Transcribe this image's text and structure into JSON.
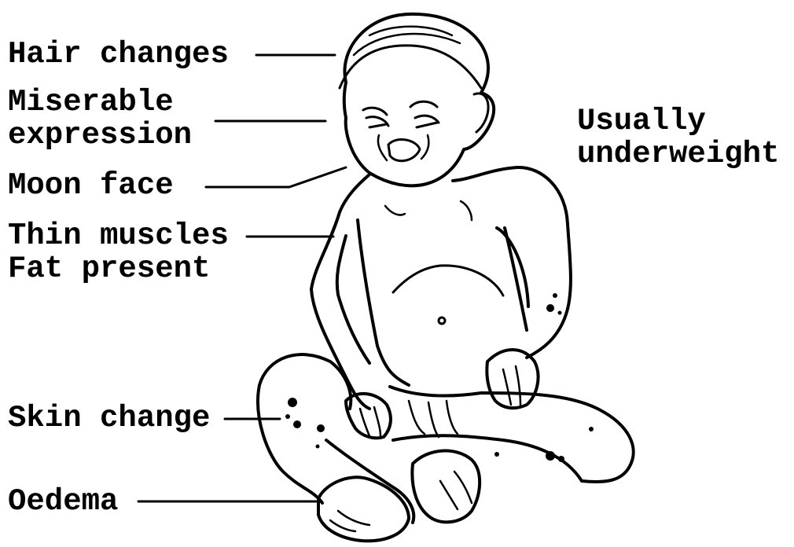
{
  "labels": {
    "hair": "Hair changes",
    "miserable_line1": "Miserable",
    "miserable_line2": "expression",
    "moon": "Moon face",
    "thin_line1": "Thin muscles",
    "thin_line2": "Fat present",
    "skin": "Skin change",
    "oedema": "Oedema",
    "underweight_line1": "Usually",
    "underweight_line2": "underweight"
  },
  "figure": {
    "subject": "seated-child-illustration",
    "ink_color": "#000000",
    "background": "#ffffff"
  }
}
